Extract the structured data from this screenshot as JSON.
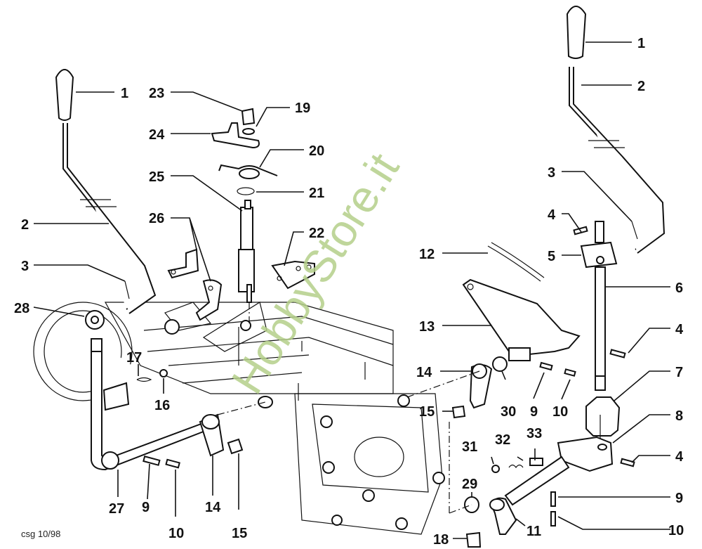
{
  "diagram": {
    "title": "Gear shift lever assembly - exploded view",
    "caption": "csg 10/98",
    "watermark": "HobbyStore.it",
    "watermark_color": "#b5d08a",
    "callouts": [
      {
        "id": "c1a",
        "label": "1"
      },
      {
        "id": "c2a",
        "label": "2"
      },
      {
        "id": "c3a",
        "label": "3"
      },
      {
        "id": "c28",
        "label": "28"
      },
      {
        "id": "c17",
        "label": "17"
      },
      {
        "id": "c16",
        "label": "16"
      },
      {
        "id": "c27",
        "label": "27"
      },
      {
        "id": "c9a",
        "label": "9"
      },
      {
        "id": "c10a",
        "label": "10"
      },
      {
        "id": "c14a",
        "label": "14"
      },
      {
        "id": "c15a",
        "label": "15"
      },
      {
        "id": "c23",
        "label": "23"
      },
      {
        "id": "c19",
        "label": "19"
      },
      {
        "id": "c24",
        "label": "24"
      },
      {
        "id": "c20",
        "label": "20"
      },
      {
        "id": "c25",
        "label": "25"
      },
      {
        "id": "c21",
        "label": "21"
      },
      {
        "id": "c26",
        "label": "26"
      },
      {
        "id": "c22",
        "label": "22"
      },
      {
        "id": "c12",
        "label": "12"
      },
      {
        "id": "c13",
        "label": "13"
      },
      {
        "id": "c14b",
        "label": "14"
      },
      {
        "id": "c15b",
        "label": "15"
      },
      {
        "id": "c30",
        "label": "30"
      },
      {
        "id": "c9b",
        "label": "9"
      },
      {
        "id": "c10b",
        "label": "10"
      },
      {
        "id": "c31",
        "label": "31"
      },
      {
        "id": "c32",
        "label": "32"
      },
      {
        "id": "c33",
        "label": "33"
      },
      {
        "id": "c29",
        "label": "29"
      },
      {
        "id": "c18",
        "label": "18"
      },
      {
        "id": "c11",
        "label": "11"
      },
      {
        "id": "c1b",
        "label": "1"
      },
      {
        "id": "c2b",
        "label": "2"
      },
      {
        "id": "c3b",
        "label": "3"
      },
      {
        "id": "c4a",
        "label": "4"
      },
      {
        "id": "c5",
        "label": "5"
      },
      {
        "id": "c6",
        "label": "6"
      },
      {
        "id": "c4b",
        "label": "4"
      },
      {
        "id": "c7",
        "label": "7"
      },
      {
        "id": "c8",
        "label": "8"
      },
      {
        "id": "c4c",
        "label": "4"
      },
      {
        "id": "c9c",
        "label": "9"
      },
      {
        "id": "c10c",
        "label": "10"
      }
    ]
  }
}
